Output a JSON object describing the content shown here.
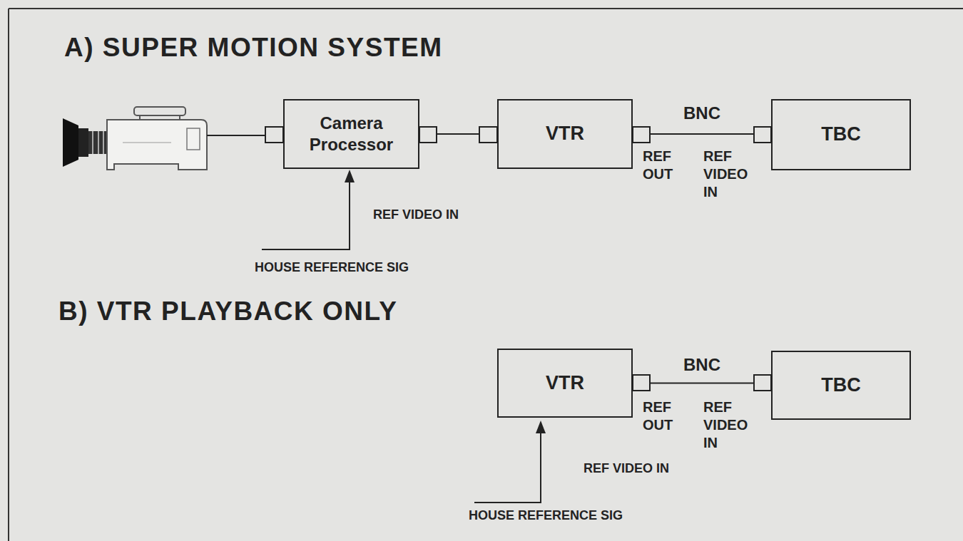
{
  "diagram": {
    "nodes": [
      {
        "text": [
          "Camera Processor"
        ]
      },
      {
        "text": [
          "VTR"
        ]
      },
      {
        "text": [
          "TBC"
        ]
      },
      {
        "text": [
          "VTR"
        ]
      },
      {
        "text": [
          "TBC"
        ]
      }
    ],
    "edges": [
      {
        "from": 0,
        "to": 1,
        "arrow": "none"
      },
      {
        "from": 1,
        "to": 2,
        "label": "BNC",
        "arrow": "none"
      },
      {
        "from": 3,
        "to": 4,
        "label": "BNC",
        "arrow": "none"
      }
    ],
    "labels": [
      "A) SUPER MOTION SYSTEM",
      "REF OUT",
      "REF VIDEO IN",
      "REF VIDEO IN",
      "HOUSE REFERENCE SIG",
      "B) VTR PLAYBACK ONLY",
      "REF OUT",
      "REF VIDEO IN",
      "REF VIDEO IN",
      "HOUSE REFERENCE SIG"
    ]
  }
}
